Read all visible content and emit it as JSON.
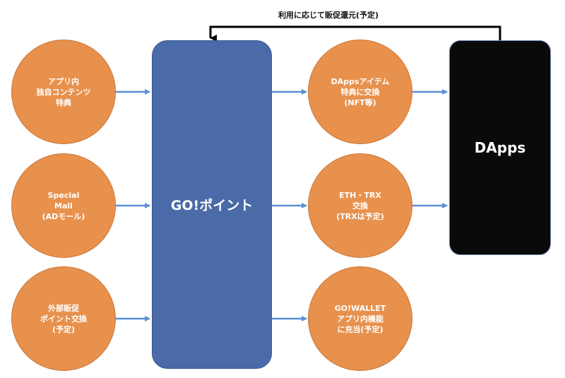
{
  "return_flow": {
    "label": "利用に応じて販促還元(予定)"
  },
  "sources": [
    {
      "id": "app",
      "label": "アプリ内\n独自コンテンツ\n特典"
    },
    {
      "id": "mall",
      "label": "Special\nMall\n(ADモール)"
    },
    {
      "id": "external",
      "label": "外部販促\nポイント交換\n(予定)"
    }
  ],
  "hub": {
    "label": "GO!ポイント"
  },
  "outputs": [
    {
      "id": "dapps-item",
      "label": "DAppsアイテム\n特典に交換\n(NFT等)"
    },
    {
      "id": "eth-trx",
      "label": "ETH・TRX\n交換\n(TRXは予定)"
    },
    {
      "id": "gowallet",
      "label": "GO!WALLET\nアプリ内機能\nに充当(予定)"
    }
  ],
  "dapps": {
    "label": "DApps"
  },
  "colors": {
    "circle_fill": "#e8914c",
    "hub_fill": "#4a6aa8",
    "dapps_fill": "#0a0a0a",
    "arrow": "#5b8fd6",
    "return_line": "#000000"
  }
}
